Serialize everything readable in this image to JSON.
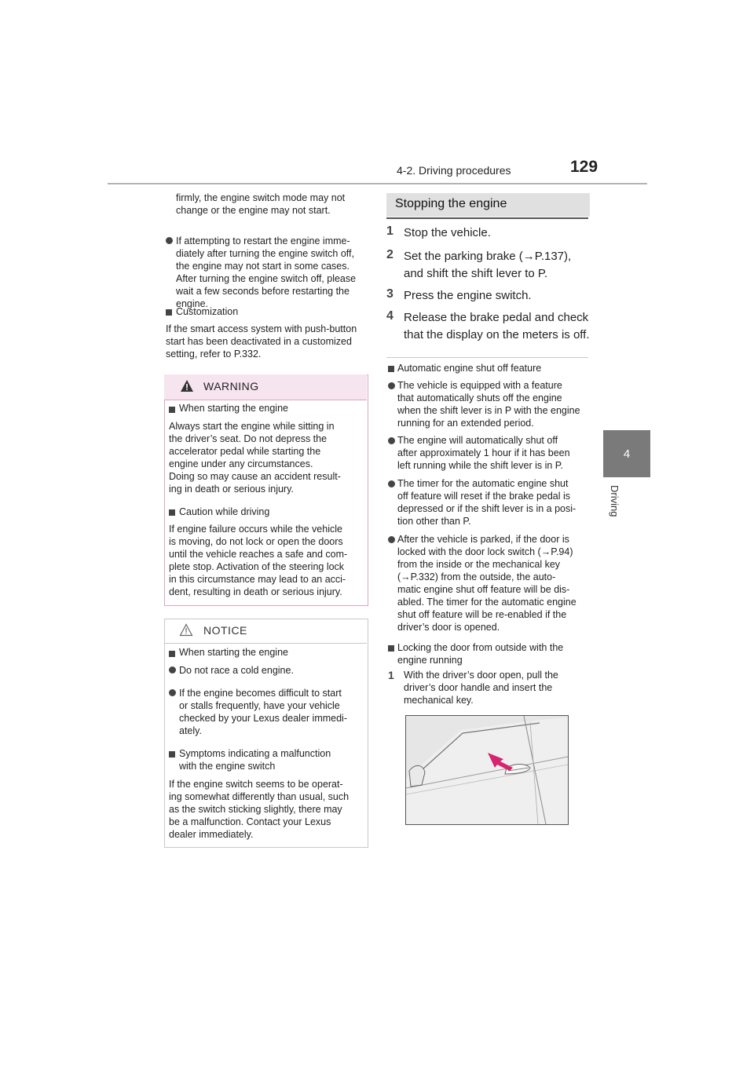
{
  "header": {
    "section": "4-2. Driving procedures",
    "page_number": "129"
  },
  "side_tab": {
    "number": "4",
    "label": "Driving"
  },
  "left": {
    "continued_text": [
      "firmly, the engine switch mode may not",
      "change or the engine may not start."
    ],
    "bullet_restart": [
      "If attempting to restart the engine imme-",
      "diately after turning the engine switch off,",
      "the engine may not start in some cases.",
      "After turning the engine switch off, please",
      "wait a few seconds before restarting the",
      "engine."
    ],
    "customization_heading": "Customization",
    "customization_text": [
      "If the smart access system with push-button",
      "start has been deactivated in a customized",
      "setting, refer to P.332."
    ]
  },
  "warning": {
    "title": "WARNING",
    "h1": "When starting the engine",
    "p1": [
      "Always start the engine while sitting in",
      "the driver’s seat. Do not depress the",
      "accelerator pedal while starting the",
      "engine under any circumstances.",
      "Doing so may cause an accident result-",
      "ing in death or serious injury."
    ],
    "h2": "Caution while driving",
    "p2": [
      "If engine failure occurs while the vehicle",
      "is moving, do not lock or open the doors",
      "until the vehicle reaches a safe and com-",
      "plete stop. Activation of the steering lock",
      "in this circumstance may lead to an acci-",
      "dent, resulting in death or serious injury."
    ]
  },
  "notice": {
    "title": "NOTICE",
    "h1": "When starting the engine",
    "b1": "Do not race a cold engine.",
    "b2": [
      "If the engine becomes difficult to start",
      "or stalls frequently, have your vehicle",
      "checked by your Lexus dealer immedi-",
      "ately."
    ],
    "h2": [
      "Symptoms indicating a malfunction",
      "with the engine switch"
    ],
    "p2": [
      "If the engine switch seems to be operat-",
      "ing somewhat differently than usual, such",
      "as the switch sticking slightly, there may",
      "be a malfunction. Contact your Lexus",
      "dealer immediately."
    ]
  },
  "right": {
    "section_title": "Stopping the engine",
    "steps": [
      {
        "num": "1",
        "lines": [
          "Stop the vehicle."
        ]
      },
      {
        "num": "2",
        "lines": [
          "Set the parking brake (→P.137),",
          "and shift the shift lever to P."
        ]
      },
      {
        "num": "3",
        "lines": [
          "Press the engine switch."
        ]
      },
      {
        "num": "4",
        "lines": [
          "Release the brake pedal and check",
          "that the display on the meters is off."
        ]
      }
    ],
    "auto_heading": "Automatic engine shut off feature",
    "auto_b1": [
      "The vehicle is equipped with a feature",
      "that automatically shuts off the engine",
      "when the shift lever is in P with the engine",
      "running for an extended period."
    ],
    "auto_b2": [
      "The engine will automatically shut off",
      "after approximately 1 hour if it has been",
      "left running while the shift lever is in P."
    ],
    "auto_b3": [
      "The timer for the automatic engine shut",
      "off feature will reset if the brake pedal is",
      "depressed or if the shift lever is in a posi-",
      "tion other than P."
    ],
    "auto_b4": [
      "After the vehicle is parked, if the door is",
      "locked with the door lock switch (→P.94)",
      "from the inside or the mechanical key",
      "(→P.332) from the outside, the auto-",
      "matic engine shut off feature will be dis-",
      "abled. The timer for the automatic engine",
      "shut off feature will be re-enabled if the",
      "driver’s door is opened."
    ],
    "lock_heading": [
      "Locking the door from outside with the",
      "engine running"
    ],
    "lock_step_num": "1",
    "lock_step": [
      "With the driver’s door open, pull the",
      "driver’s door handle and insert the",
      "mechanical key."
    ]
  }
}
